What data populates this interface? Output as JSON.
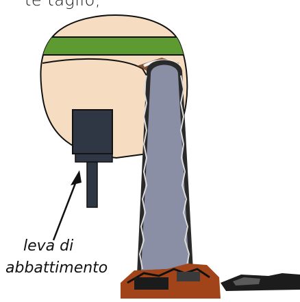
{
  "top_text": "te taglio,",
  "label": {
    "line1": "leva di",
    "line2": "abbattimento"
  },
  "colors": {
    "trunk": "#f6dcc0",
    "band": "#5d9b32",
    "bar": "#8a8fa6",
    "lever": "#2f3644",
    "chainsaw_body": "#a2441a",
    "outline": "#111111"
  }
}
